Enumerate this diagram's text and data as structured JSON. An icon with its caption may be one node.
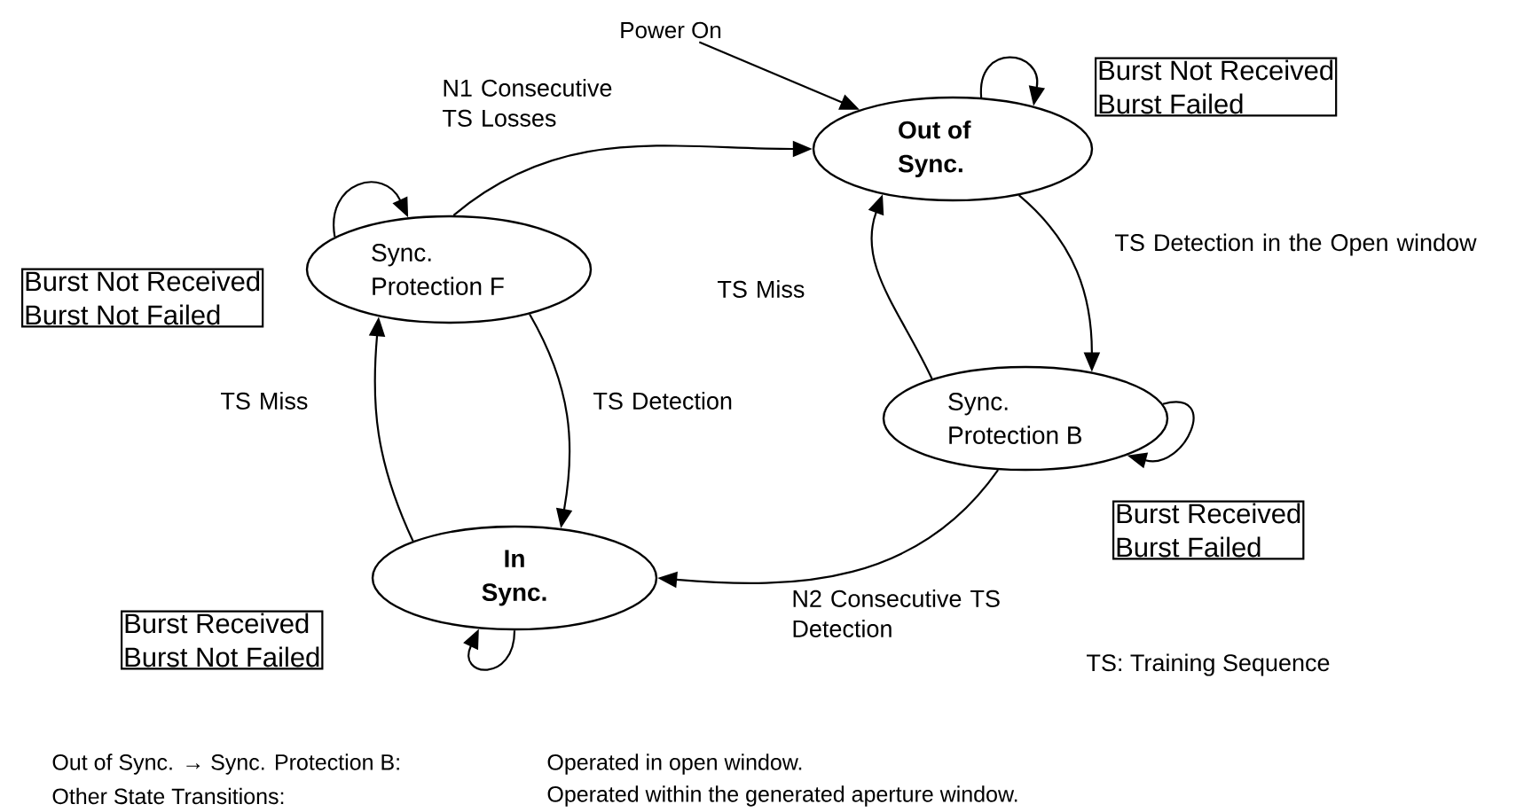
{
  "diagram": {
    "nodes": [
      {
        "text": [
          "Out of Sync."
        ]
      },
      {
        "text": [
          "Sync. Protection F"
        ]
      },
      {
        "text": [
          "Sync. Protection B"
        ]
      },
      {
        "text": [
          "In Sync."
        ]
      },
      {
        "text": [
          "Power On"
        ]
      },
      {
        "text": [
          "Burst Not Received",
          "Burst Failed"
        ]
      },
      {
        "text": [
          "Burst Not Received",
          "Burst Not Failed"
        ]
      },
      {
        "text": [
          "Burst Received",
          "Burst Failed"
        ]
      },
      {
        "text": [
          "Burst Received",
          "Burst Not Failed"
        ]
      }
    ],
    "edges": [
      {
        "from": 4,
        "to": 0,
        "arrow": "to"
      },
      {
        "from": 1,
        "to": 0,
        "arrow": "to",
        "label": "N1 Consecutive TS Losses"
      },
      {
        "from": 0,
        "to": 2,
        "arrow": "to",
        "label": "TS Detection in the Open window"
      },
      {
        "from": 2,
        "to": 0,
        "arrow": "to",
        "label": "TS Miss"
      },
      {
        "from": 2,
        "to": 3,
        "arrow": "to",
        "label": "N2 Consecutive TS Detection"
      },
      {
        "from": 1,
        "to": 3,
        "arrow": "to",
        "label": "TS Detection"
      },
      {
        "from": 3,
        "to": 1,
        "arrow": "to",
        "label": "TS Miss"
      },
      {
        "from": 0,
        "to": 0,
        "arrow": "to"
      },
      {
        "from": 1,
        "to": 1,
        "arrow": "to"
      },
      {
        "from": 2,
        "to": 2,
        "arrow": "to"
      },
      {
        "from": 3,
        "to": 3,
        "arrow": "to"
      }
    ],
    "labels": [
      "TS: Training Sequence",
      "Out of Sync. → Sync. Protection B:",
      "Operated in open window.",
      "Other State Transitions:",
      "Operated within the generated aperture window."
    ]
  }
}
